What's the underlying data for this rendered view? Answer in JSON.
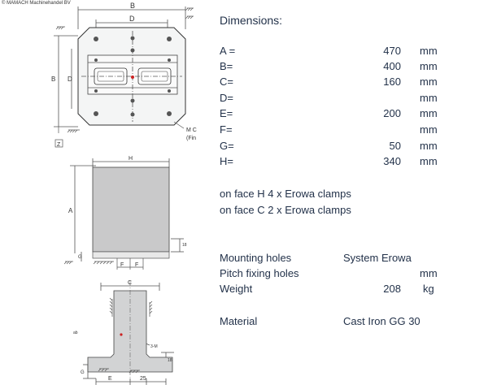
{
  "watermark": "© MAMACH Machinehandel BV",
  "drawing_labels": {
    "B": "B",
    "D": "D",
    "Bv": "B",
    "Dv": "D",
    "Z": "Z",
    "MC": "M C",
    "fin": "(Fin",
    "H": "H",
    "A": "A",
    "G": "G",
    "F1": "F",
    "F2": "F",
    "n18": "18",
    "C": "C",
    "E": "E",
    "n25": "25",
    "n3M": "3-M",
    "n18b": "18",
    "G2": "G",
    "ab": "ab"
  },
  "specs": {
    "heading": "Dimensions:",
    "rows": [
      {
        "label": "A =",
        "value": "470",
        "unit": "mm"
      },
      {
        "label": "B=",
        "value": "400",
        "unit": "mm"
      },
      {
        "label": "C=",
        "value": "160",
        "unit": "mm"
      },
      {
        "label": "D=",
        "value": "",
        "unit": "mm"
      },
      {
        "label": "E=",
        "value": "200",
        "unit": "mm"
      },
      {
        "label": "F=",
        "value": "",
        "unit": "mm"
      },
      {
        "label": "G=",
        "value": "50",
        "unit": "mm"
      },
      {
        "label": "H=",
        "value": "340",
        "unit": "mm"
      }
    ],
    "clamps": [
      "on face H 4 x Erowa clamps",
      "on face C 2 x Erowa clamps"
    ],
    "mounting": {
      "label": "Mounting holes",
      "value": "System Erowa"
    },
    "pitch": {
      "label": "Pitch fixing holes",
      "unit": "mm"
    },
    "weight": {
      "label": "Weight",
      "value": "208",
      "unit": "kg"
    },
    "material": {
      "label": "Material",
      "value": "Cast Iron GG 30"
    }
  }
}
